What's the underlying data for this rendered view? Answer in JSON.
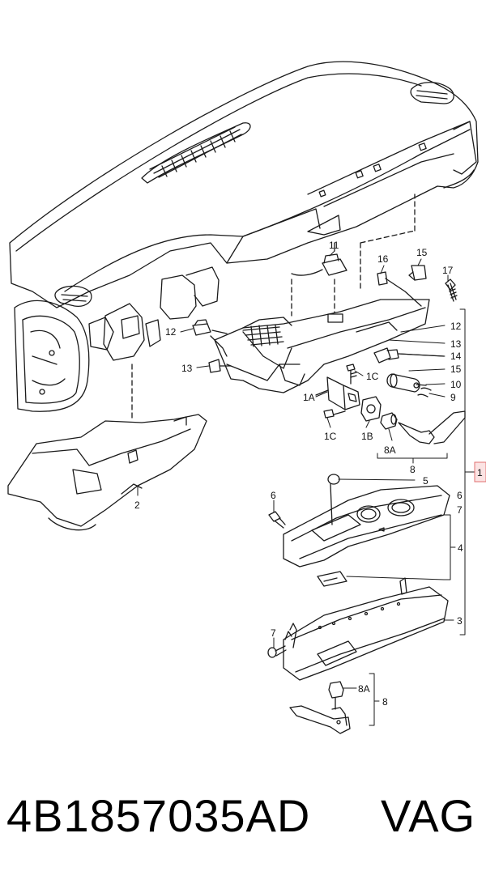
{
  "callouts": {
    "c1": "1",
    "c2": "2",
    "c3": "3",
    "c4": "4",
    "c5": "5",
    "c6a": "6",
    "c6b": "6",
    "c7a": "7",
    "c7b": "7",
    "c8a": "8",
    "c8b": "8",
    "c8A1": "8A",
    "c8A2": "8A",
    "c9": "9",
    "c10": "10",
    "c11": "11",
    "c12a": "12",
    "c12b": "12",
    "c13a": "13",
    "c13b": "13",
    "c14": "14",
    "c15a": "15",
    "c15b": "15",
    "c16": "16",
    "c17": "17",
    "c1A": "1A",
    "c1B": "1B",
    "c1Ca": "1C",
    "c1Cb": "1C"
  },
  "footer": {
    "part_number": "4B1857035AD",
    "brand": "VAG"
  },
  "colors": {
    "line": "#1a1a1a",
    "paper": "#ffffff",
    "ref_box_border": "#e07070",
    "ref_box_fill": "#fbe3e3"
  }
}
